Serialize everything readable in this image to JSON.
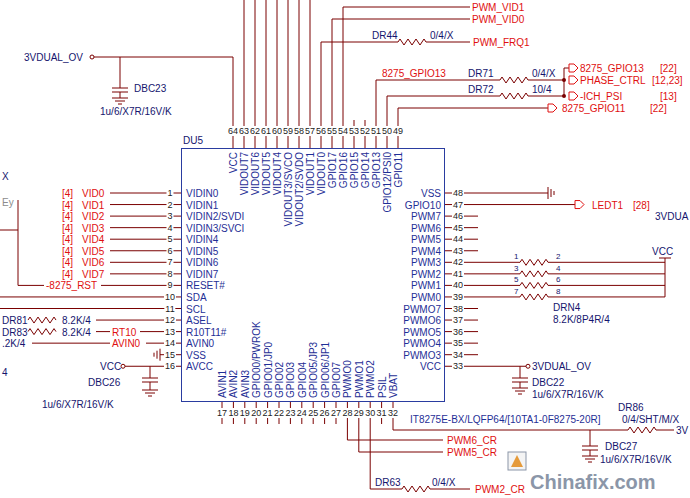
{
  "diagram": {
    "nodes": [
      {
        "text": [
          "DU5"
        ]
      }
    ],
    "labels": [
      "1",
      "2",
      "3",
      "4",
      "5",
      "6",
      "7",
      "8",
      "9",
      "10",
      "11",
      "12",
      "13",
      "14",
      "15",
      "16",
      "VIDIN0",
      "VIDIN1",
      "VIDIN2/SVDI",
      "VIDIN3/SVCI",
      "VIDIN4",
      "VIDIN5",
      "VIDIN6",
      "VIDIN7",
      "RESET#",
      "SDA",
      "SCL",
      "ASEL",
      "R10T11#",
      "AVIN0",
      "VSS",
      "AVCC",
      "48",
      "47",
      "46",
      "45",
      "44",
      "43",
      "42",
      "41",
      "40",
      "39",
      "38",
      "37",
      "36",
      "35",
      "34",
      "33",
      "VSS",
      "GPIO10",
      "PWM7",
      "PWM6",
      "PWM5",
      "PWM4",
      "PWM3",
      "PWM2",
      "PWM1",
      "PWM0",
      "PWMO7",
      "PWMO6",
      "PWMO5",
      "PWMO4",
      "PWMO3",
      "VCC",
      "64",
      "63",
      "62",
      "61",
      "60",
      "59",
      "58",
      "57",
      "56",
      "55",
      "54",
      "53",
      "52",
      "51",
      "50",
      "49",
      "VCC",
      "VIDOUT7",
      "VIDOUT6",
      "VIDOUT5",
      "VIDOUT4",
      "VIDOUT3/SVCO",
      "VIDOUT2/SVDO",
      "VIDOUT1",
      "VIDOUT0",
      "GPIO17",
      "GPIO16",
      "GPIO15",
      "GPIO14",
      "GPIO13",
      "GPIO12/PSI0",
      "GPIO11",
      "17",
      "18",
      "19",
      "20",
      "21",
      "22",
      "23",
      "24",
      "25",
      "26",
      "27",
      "28",
      "29",
      "30",
      "31",
      "32",
      "AVIN1",
      "AVIN2",
      "AVIN3",
      "GPIO00/PWROK",
      "GPIO01/JP0",
      "GPIO02",
      "GPIO03",
      "GPIO04",
      "GPIO05/JP3",
      "GPIO06/JP1",
      "GPIO07",
      "PWMO0",
      "PWMO1",
      "PWMO2",
      "PSIL",
      "VBAT",
      "PWM_VID1",
      "PWM_VID0",
      "DR44",
      "0/4/X",
      "PWM_FRQ1",
      "3VDUAL_OV",
      "DBC23",
      "1u/6/X7R/16V/K",
      "8275_GPIO13",
      "DR71",
      "0/4/X",
      "8275_GPIO13",
      "[22]",
      "PHASE_CTRL",
      "[12,23]",
      "DR72",
      "10/4",
      "-ICH_PSI",
      "[13]",
      "8275_GPIO11",
      "[22]",
      "X",
      "Ey",
      "[4]",
      "VID0",
      "[4]",
      "VID1",
      "[4]",
      "VID2",
      "[4]",
      "VID3",
      "[4]",
      "VID4",
      "[4]",
      "VID5",
      "[4]",
      "VID6",
      "[4]",
      "VID7",
      "-8275_RST",
      "DR81",
      "8.2K/4",
      "DR83",
      "8.2K/4",
      "RT10",
      ".2K/4",
      "AVIN0",
      "4",
      "VCC",
      "DBC26",
      "1u/6/X7R/16V/K",
      "LEDT1",
      "[28]",
      "3VDUA",
      "VCC",
      "1",
      "2",
      "3",
      "4",
      "5",
      "6",
      "7",
      "8",
      "DRN4",
      "8.2K/8P4R/4",
      "3VDUAL_OV",
      "DBC22",
      "1u/6/X7R/16V/K",
      "IT8275E-BX/LQFP64/[10TA1-0F8275-20R]",
      "DR86",
      "0/4/SHT/M/X",
      "3V",
      "DBC27",
      "1u/6/X7R/16V/K",
      "PWM6_CR",
      "PWM5_CR",
      "DR63",
      "0/4/X",
      "PWM2_CR",
      "Chinafix.com"
    ]
  }
}
